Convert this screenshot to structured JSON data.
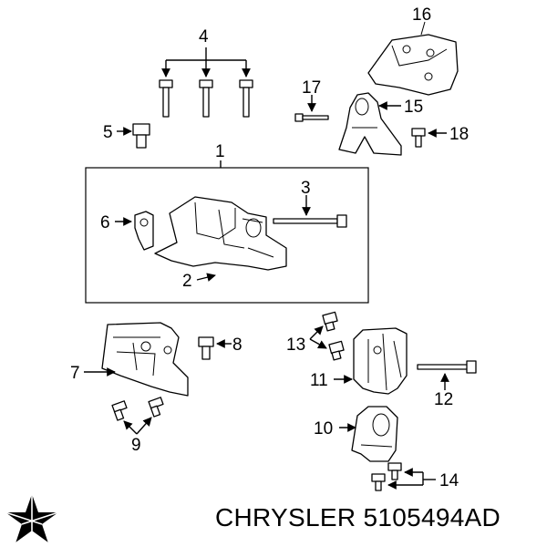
{
  "callouts": {
    "c1": "1",
    "c2": "2",
    "c3": "3",
    "c4": "4",
    "c5": "5",
    "c6": "6",
    "c7": "7",
    "c8": "8",
    "c9": "9",
    "c10": "10",
    "c11": "11",
    "c12": "12",
    "c13": "13",
    "c14": "14",
    "c15": "15",
    "c16": "16",
    "c17": "17",
    "c18": "18"
  },
  "footer": {
    "brand_part_number": "CHRYSLER 5105494AD",
    "logo_icon": "chrysler-pentastar-icon"
  }
}
